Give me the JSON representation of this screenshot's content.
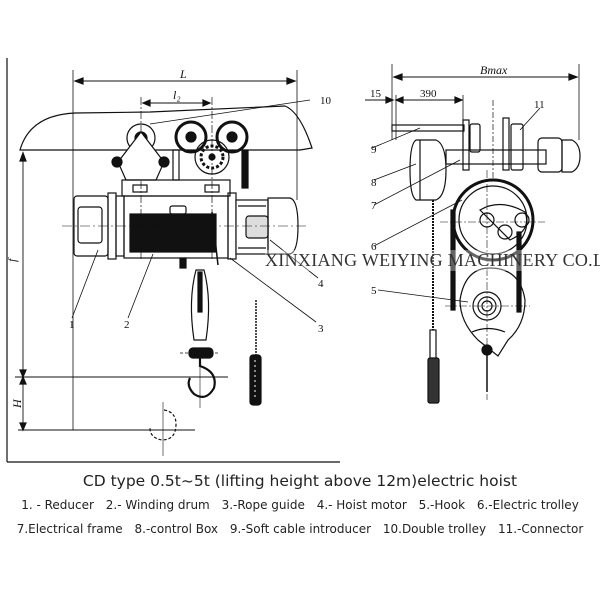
{
  "caption": {
    "title": "CD type 0.5t~5t (lifting height above 12m)electric hoist",
    "legend_line_1": [
      "1. - Reducer",
      "2.- Winding drum",
      "3.-Rope guide",
      "4.- Hoist motor",
      "5.-Hook",
      "6.-Electric trolley"
    ],
    "legend_line_2": [
      "7.Electrical frame",
      "8.-control Box",
      "9.-Soft cable introducer",
      "10.Double trolley",
      "11.-Connector"
    ]
  },
  "watermark": "XINXIANG WEIYING MACHINERY CO.LTD",
  "drawing": {
    "dimensions": {
      "overall_length": "L",
      "trolley_spacing": "l₂",
      "max_width": "Bmax",
      "offset_1": "15",
      "offset_2": "390",
      "height_f": "f",
      "lift_height": "H"
    },
    "callouts": [
      "1",
      "2",
      "3",
      "4",
      "5",
      "6",
      "7",
      "8",
      "9",
      "10",
      "11"
    ]
  }
}
